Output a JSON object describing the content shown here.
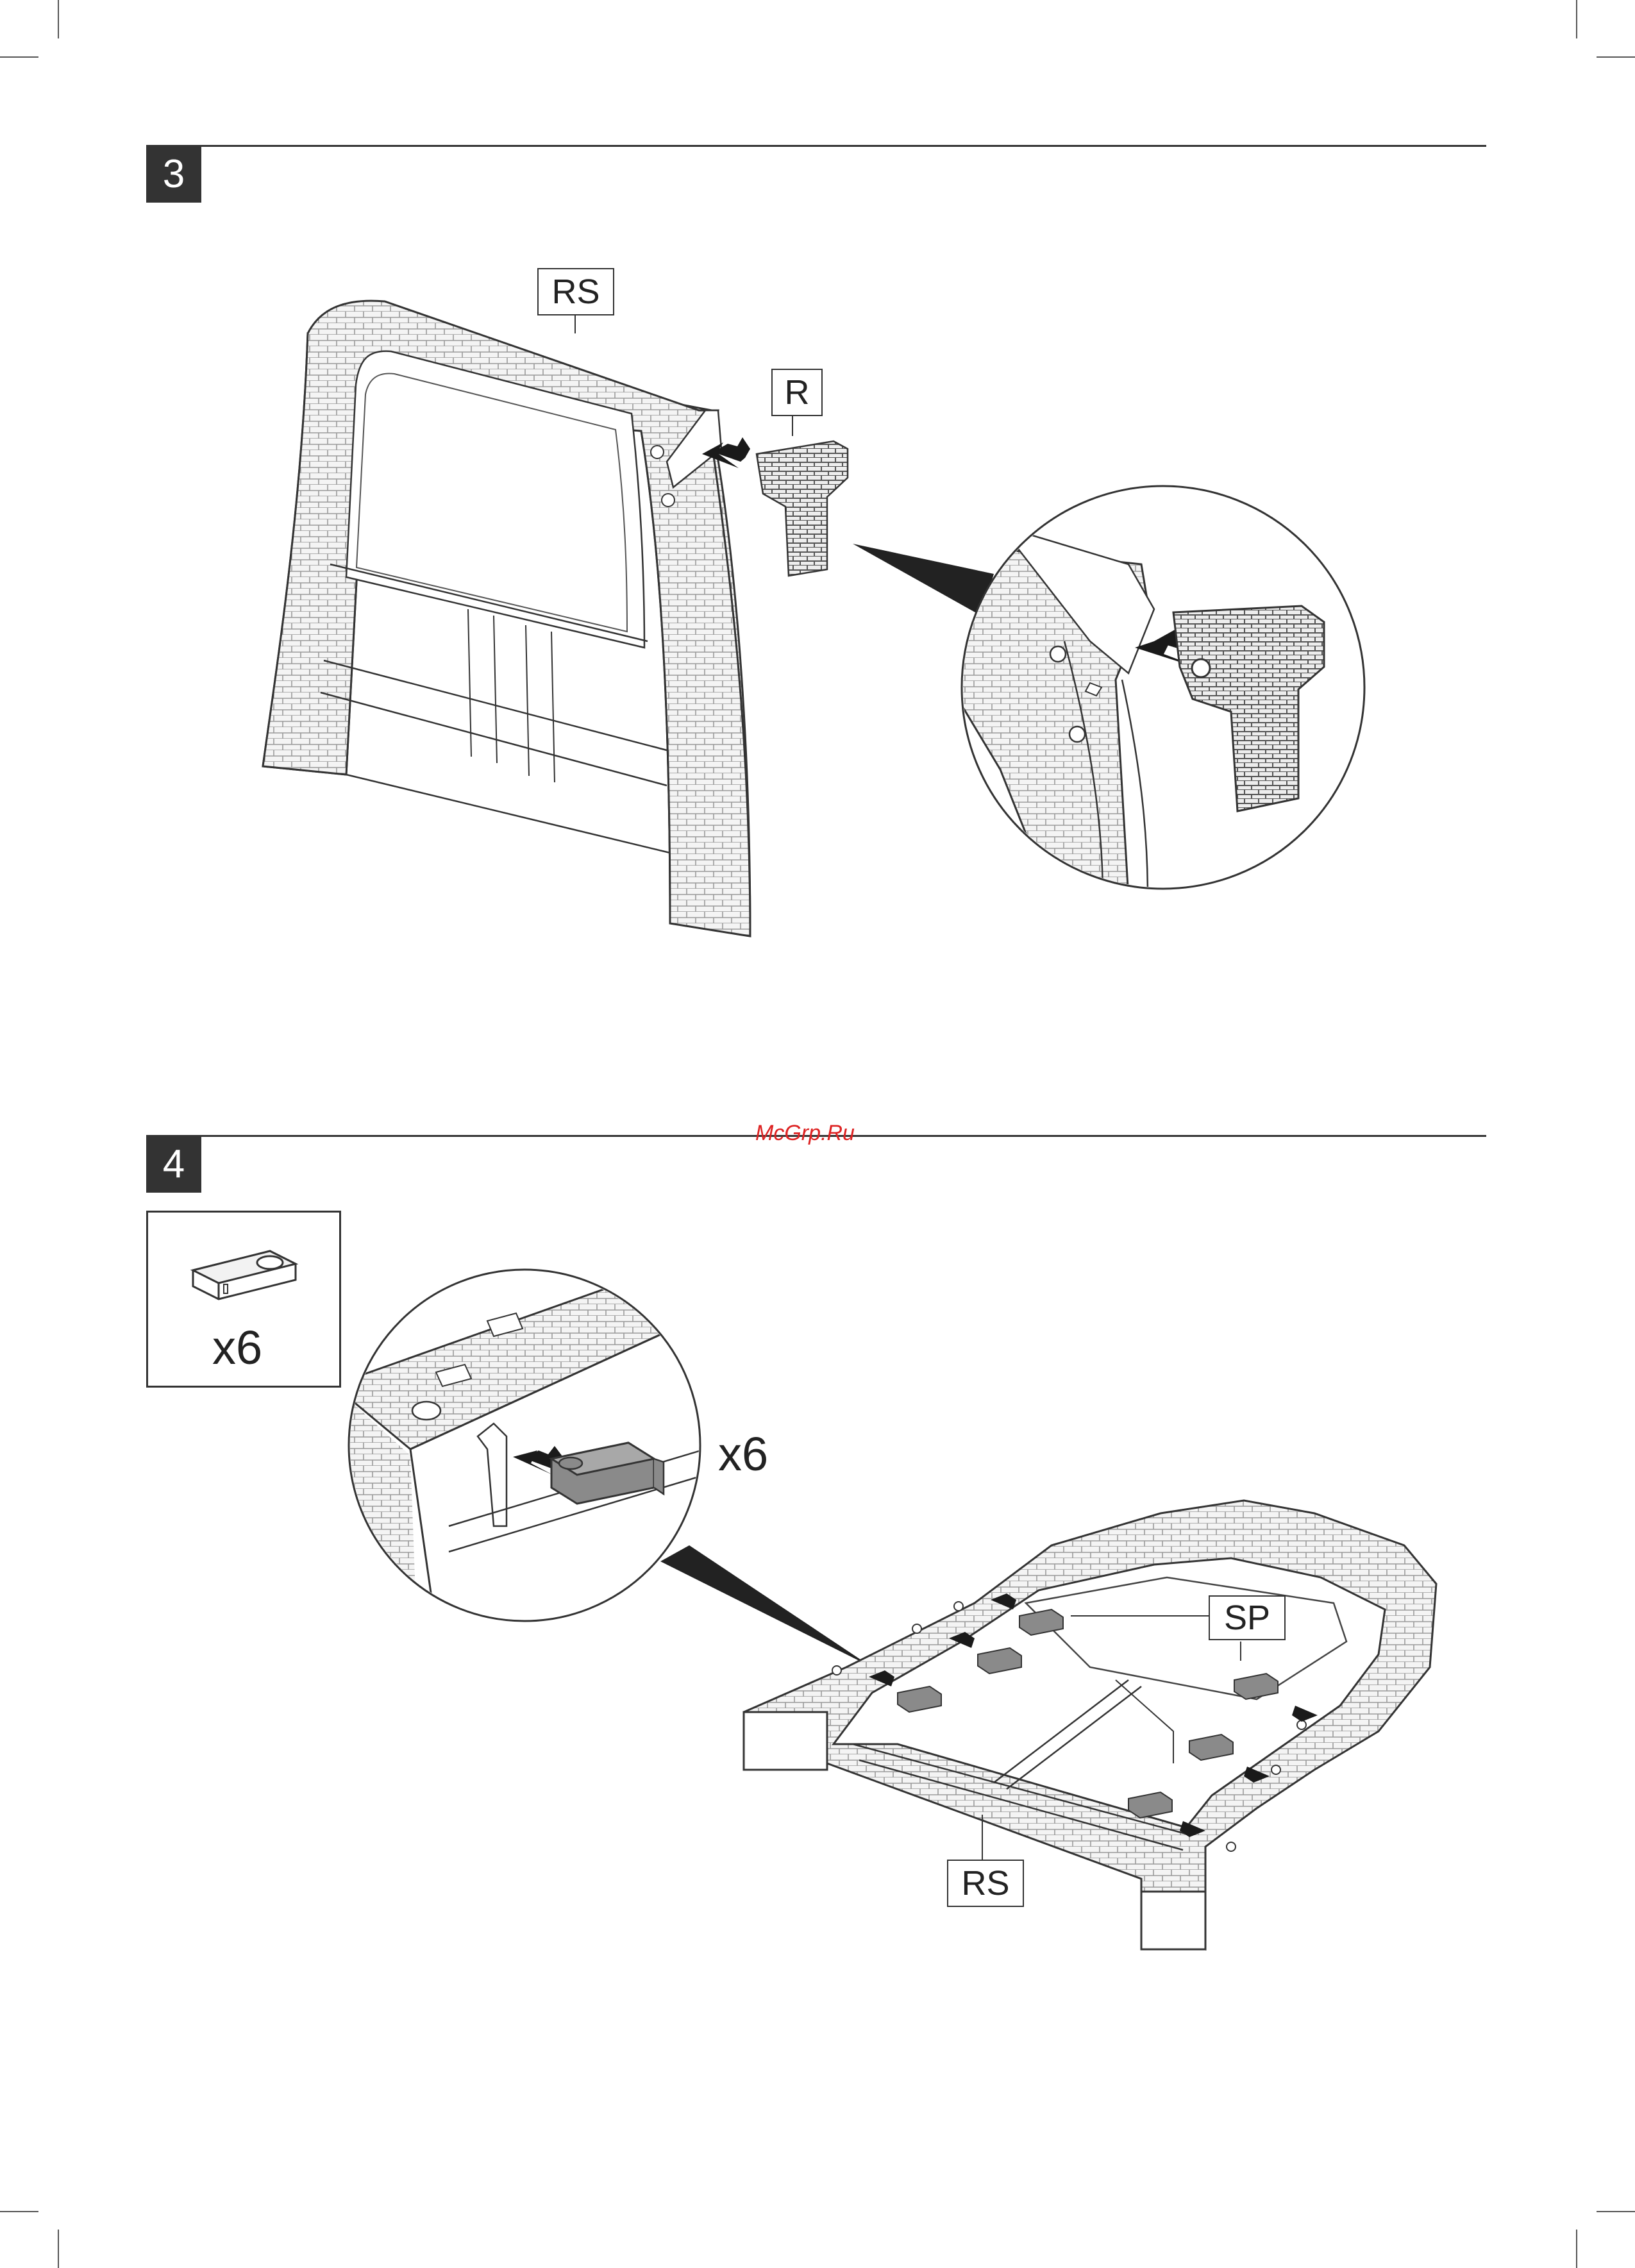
{
  "steps": [
    {
      "number": "3",
      "labels": {
        "part_main": "RS",
        "part_insert": "R"
      }
    },
    {
      "number": "4",
      "hardware_box": {
        "quantity": "x6"
      },
      "detail_quantity": "x6",
      "labels": {
        "part_main": "RS",
        "part_insert": "SP"
      }
    }
  ],
  "watermark": "McGrp.Ru",
  "colors": {
    "ink": "#333333",
    "arrow": "#1a1a1a",
    "part_fill": "#8a8a8a",
    "watermark": "#dd2222"
  }
}
